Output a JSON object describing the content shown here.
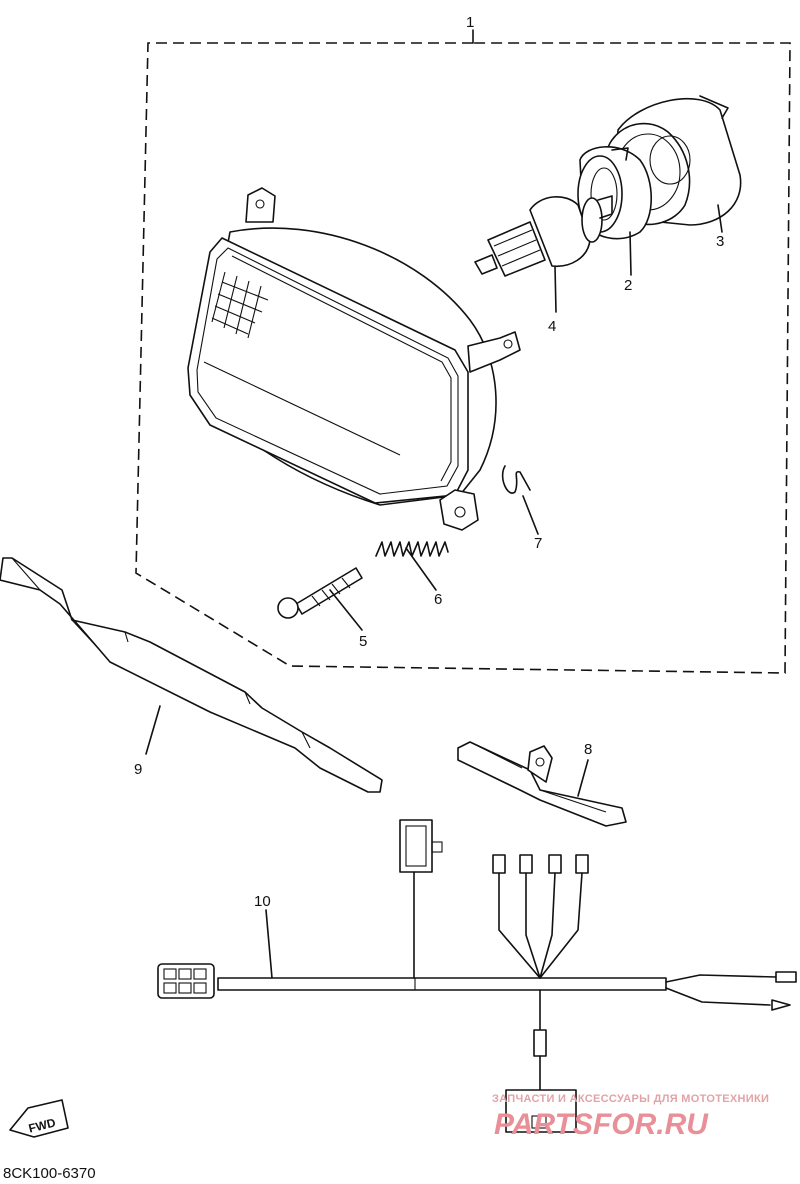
{
  "diagram": {
    "group_label": "1",
    "parts": [
      {
        "id": "p2",
        "label": "2"
      },
      {
        "id": "p3",
        "label": "3"
      },
      {
        "id": "p4",
        "label": "4"
      },
      {
        "id": "p5",
        "label": "5"
      },
      {
        "id": "p6",
        "label": "6"
      },
      {
        "id": "p7",
        "label": "7"
      },
      {
        "id": "p8",
        "label": "8"
      },
      {
        "id": "p9",
        "label": "9"
      },
      {
        "id": "p10",
        "label": "10"
      }
    ],
    "direction_badge": "FWD",
    "drawing_code": "8CK100-6370"
  },
  "watermark": {
    "tagline": "ЗАПЧАСТИ И АКСЕССУАРЫ ДЛЯ МОТОТЕХНИКИ",
    "logo": "PARTSFOR.RU",
    "color": "#e88f97"
  }
}
